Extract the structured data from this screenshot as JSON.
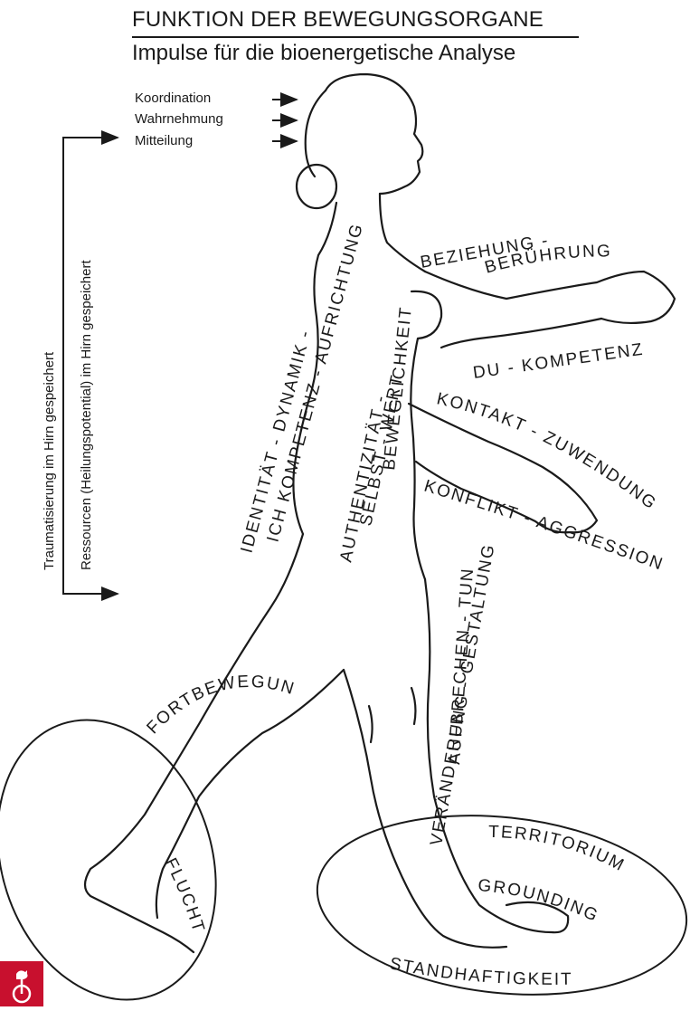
{
  "header": {
    "title": "FUNKTION DER BEWEGUNGSORGANE",
    "subtitle": "Impulse für die bioenergetische Analyse"
  },
  "head_inputs": [
    "Koordination",
    "Wahrnehmung",
    "Mitteilung"
  ],
  "side_labels": {
    "trauma": "Traumatisierung im Hirn gespeichert",
    "resources": "Ressourcen (Heilungspotential) im Hirn gespeichert"
  },
  "torso": {
    "line1": "IDENTITÄT - DYNAMIK -",
    "line2": "ICH KOMPETENZ - AUFRICHTUNG",
    "line3": "AUTHENTIZITÄT -",
    "line4": "SELBST - WERT",
    "line5": "BEWEGLICHKEIT"
  },
  "arms": {
    "upper_a": "BEZIEHUNG -",
    "upper_b": "BERÜHRUNG",
    "upper_c": "DU - KOMPETENZ",
    "lower_a": "KONTAKT - ZUWENDUNG",
    "lower_b": "KONFLIKT - AGGRESSION"
  },
  "legs": {
    "back_a": "FORTBEWEGUNG",
    "back_b": "FLUCHT",
    "front_a": "VERÄNDERUNG - GESTALTUNG",
    "front_b": "AUFBRECHEN - TUN"
  },
  "ground": {
    "a": "TERRITORIUM",
    "b": "GROUNDING",
    "c": "STANDHAFTIGKEIT"
  },
  "colors": {
    "logo": "#c8102e",
    "ink": "#1a1a1a"
  }
}
